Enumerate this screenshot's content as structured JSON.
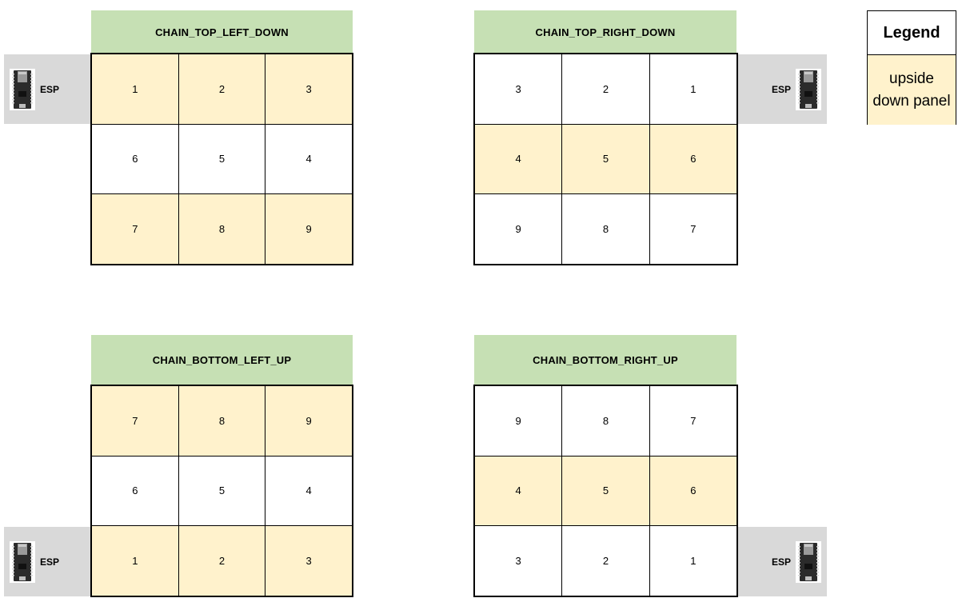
{
  "legend": {
    "title": "Legend",
    "swatch_label": "upside down panel",
    "swatch_color": "#fff2cc"
  },
  "colors": {
    "header": "#c6e0b4",
    "flipped_panel": "#fff2cc",
    "normal_panel": "#ffffff",
    "esp_box": "#d9d9d9"
  },
  "layouts": [
    {
      "id": "top-left-down",
      "title": "CHAIN_TOP_LEFT_DOWN",
      "esp_label": "ESP",
      "esp_position": "top-left",
      "cells": [
        {
          "label": "1",
          "flipped": true
        },
        {
          "label": "2",
          "flipped": true
        },
        {
          "label": "3",
          "flipped": true
        },
        {
          "label": "6",
          "flipped": false
        },
        {
          "label": "5",
          "flipped": false
        },
        {
          "label": "4",
          "flipped": false
        },
        {
          "label": "7",
          "flipped": true
        },
        {
          "label": "8",
          "flipped": true
        },
        {
          "label": "9",
          "flipped": true
        }
      ]
    },
    {
      "id": "top-right-down",
      "title": "CHAIN_TOP_RIGHT_DOWN",
      "esp_label": "ESP",
      "esp_position": "top-right",
      "cells": [
        {
          "label": "3",
          "flipped": false
        },
        {
          "label": "2",
          "flipped": false
        },
        {
          "label": "1",
          "flipped": false
        },
        {
          "label": "4",
          "flipped": true
        },
        {
          "label": "5",
          "flipped": true
        },
        {
          "label": "6",
          "flipped": true
        },
        {
          "label": "9",
          "flipped": false
        },
        {
          "label": "8",
          "flipped": false
        },
        {
          "label": "7",
          "flipped": false
        }
      ]
    },
    {
      "id": "bottom-left-up",
      "title": "CHAIN_BOTTOM_LEFT_UP",
      "esp_label": "ESP",
      "esp_position": "bottom-left",
      "cells": [
        {
          "label": "7",
          "flipped": true
        },
        {
          "label": "8",
          "flipped": true
        },
        {
          "label": "9",
          "flipped": true
        },
        {
          "label": "6",
          "flipped": false
        },
        {
          "label": "5",
          "flipped": false
        },
        {
          "label": "4",
          "flipped": false
        },
        {
          "label": "1",
          "flipped": true
        },
        {
          "label": "2",
          "flipped": true
        },
        {
          "label": "3",
          "flipped": true
        }
      ]
    },
    {
      "id": "bottom-right-up",
      "title": "CHAIN_BOTTOM_RIGHT_UP",
      "esp_label": "ESP",
      "esp_position": "bottom-right",
      "cells": [
        {
          "label": "9",
          "flipped": false
        },
        {
          "label": "8",
          "flipped": false
        },
        {
          "label": "7",
          "flipped": false
        },
        {
          "label": "4",
          "flipped": true
        },
        {
          "label": "5",
          "flipped": true
        },
        {
          "label": "6",
          "flipped": true
        },
        {
          "label": "3",
          "flipped": false
        },
        {
          "label": "2",
          "flipped": false
        },
        {
          "label": "1",
          "flipped": false
        }
      ]
    }
  ]
}
